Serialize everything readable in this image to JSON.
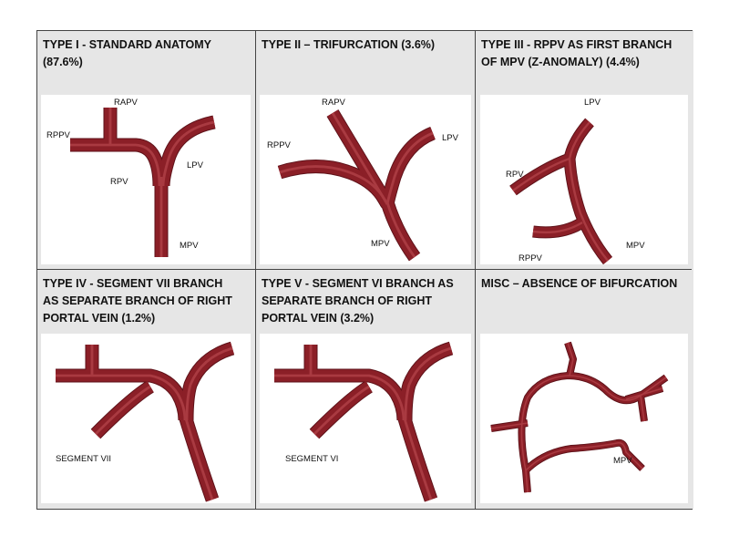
{
  "panels": [
    {
      "title": "TYPE I - STANDARD ANATOMY\n(87.6%)",
      "labels": [
        "RAPV",
        "RPPV",
        "RPV",
        "LPV",
        "MPV"
      ]
    },
    {
      "title": "TYPE II – TRIFURCATION (3.6%)",
      "labels": [
        "RAPV",
        "RPPV",
        "LPV",
        "MPV"
      ]
    },
    {
      "title": "TYPE III - RPPV AS FIRST BRANCH\nOF MPV (Z-ANOMALY) (4.4%)",
      "labels": [
        "LPV",
        "RPV",
        "RPPV",
        "MPV"
      ]
    },
    {
      "title": "TYPE IV -  SEGMENT VII BRANCH\nAS SEPARATE BRANCH OF RIGHT\nPORTAL VEIN (1.2%)",
      "labels": [
        "SEGMENT  VII"
      ]
    },
    {
      "title": "TYPE V - SEGMENT VI BRANCH AS\nSEPARATE BRANCH OF RIGHT\nPORTAL VEIN (3.2%)",
      "labels": [
        "SEGMENT  VI"
      ]
    },
    {
      "title": "MISC – ABSENCE OF BIFURCATION",
      "labels": [
        "MPV"
      ]
    }
  ],
  "colors": {
    "vein": "#8b1f27",
    "vein_dark": "#5e1219",
    "vein_light": "#a93a41",
    "header_bg": "#e6e6e6",
    "border": "#444444"
  }
}
